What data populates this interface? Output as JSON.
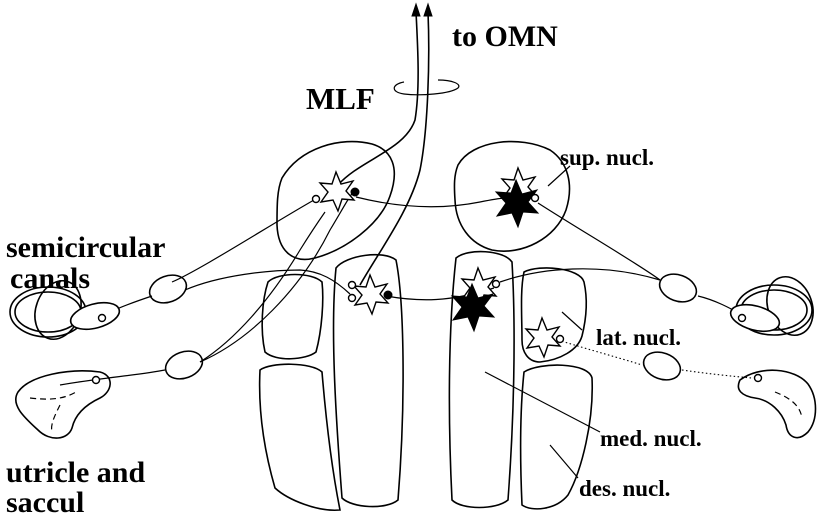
{
  "labels": {
    "to_omn": "to OMN",
    "mlf": "MLF",
    "sup_nucl": "sup. nucl.",
    "semicircular_line1": "semicircular",
    "semicircular_line2": "canals",
    "lat_nucl": "lat. nucl.",
    "med_nucl": "med. nucl.",
    "des_nucl": "des. nucl.",
    "utricle_line1": "utricle and",
    "utricle_line2": "saccul"
  }
}
